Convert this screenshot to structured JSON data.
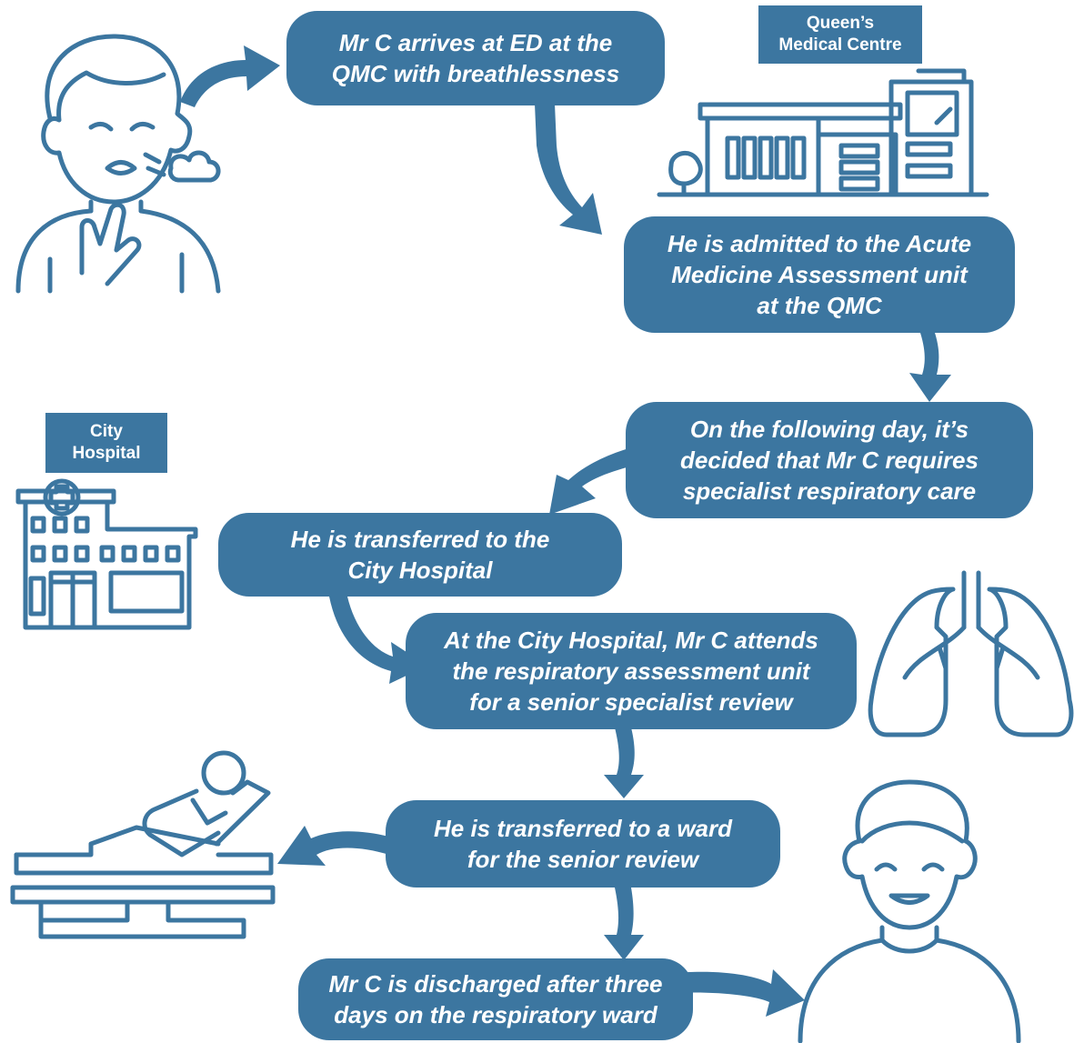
{
  "colors": {
    "primary": "#3c76a0",
    "background": "#ffffff"
  },
  "labels": {
    "qmc": "Queen’s\nMedical Centre",
    "city": "City\nHospital"
  },
  "steps": [
    {
      "id": "arrival",
      "text": "Mr C arrives at ED at the\nQMC with breathlessness"
    },
    {
      "id": "admitted",
      "text": "He is admitted to the Acute\nMedicine Assessment unit\nat the QMC"
    },
    {
      "id": "decision",
      "text": "On the following day, it’s\ndecided that Mr C requires\nspecialist respiratory care"
    },
    {
      "id": "transfer-city",
      "text": "He is transferred to the\nCity Hospital"
    },
    {
      "id": "rau",
      "text": "At the City Hospital, Mr C attends\nthe respiratory assessment unit\nfor a senior specialist review"
    },
    {
      "id": "ward",
      "text": "He is transferred to a ward\nfor the senior review"
    },
    {
      "id": "discharge",
      "text": "Mr C is discharged after three\ndays on the respiratory ward"
    }
  ],
  "icons": [
    "breathless-person-icon",
    "hospital-building-icon",
    "city-hospital-icon",
    "lungs-icon",
    "patient-bed-icon",
    "smiling-person-icon"
  ]
}
